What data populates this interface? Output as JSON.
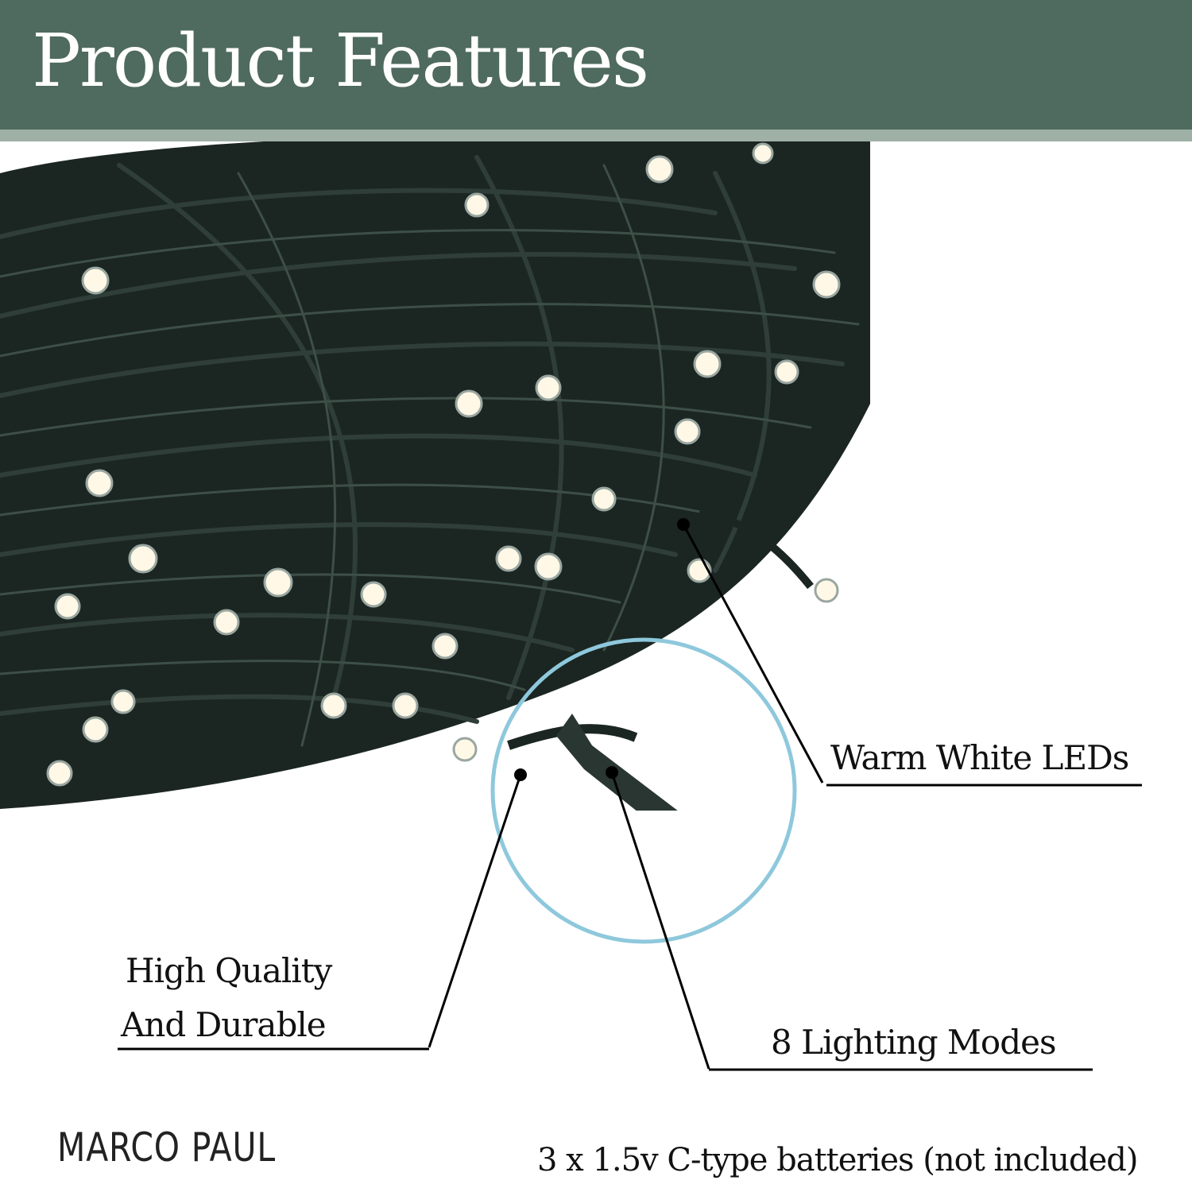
{
  "header": {
    "title": "Product Features",
    "background_color": "#4f6a5e",
    "accent_line_color": "#9fb0a7"
  },
  "image": {
    "subject": "string-lights-wire-coil",
    "highlight_circle_color": "#8ec8dc"
  },
  "callouts": [
    {
      "lines": [
        "Warm White LEDs"
      ]
    },
    {
      "lines": [
        "High Quality",
        "And Durable"
      ]
    },
    {
      "lines": [
        "8 Lighting Modes"
      ]
    }
  ],
  "brand": {
    "name": "MARCO PAUL"
  },
  "footnote": {
    "text": "3 x 1.5v C-type batteries (not included)"
  }
}
